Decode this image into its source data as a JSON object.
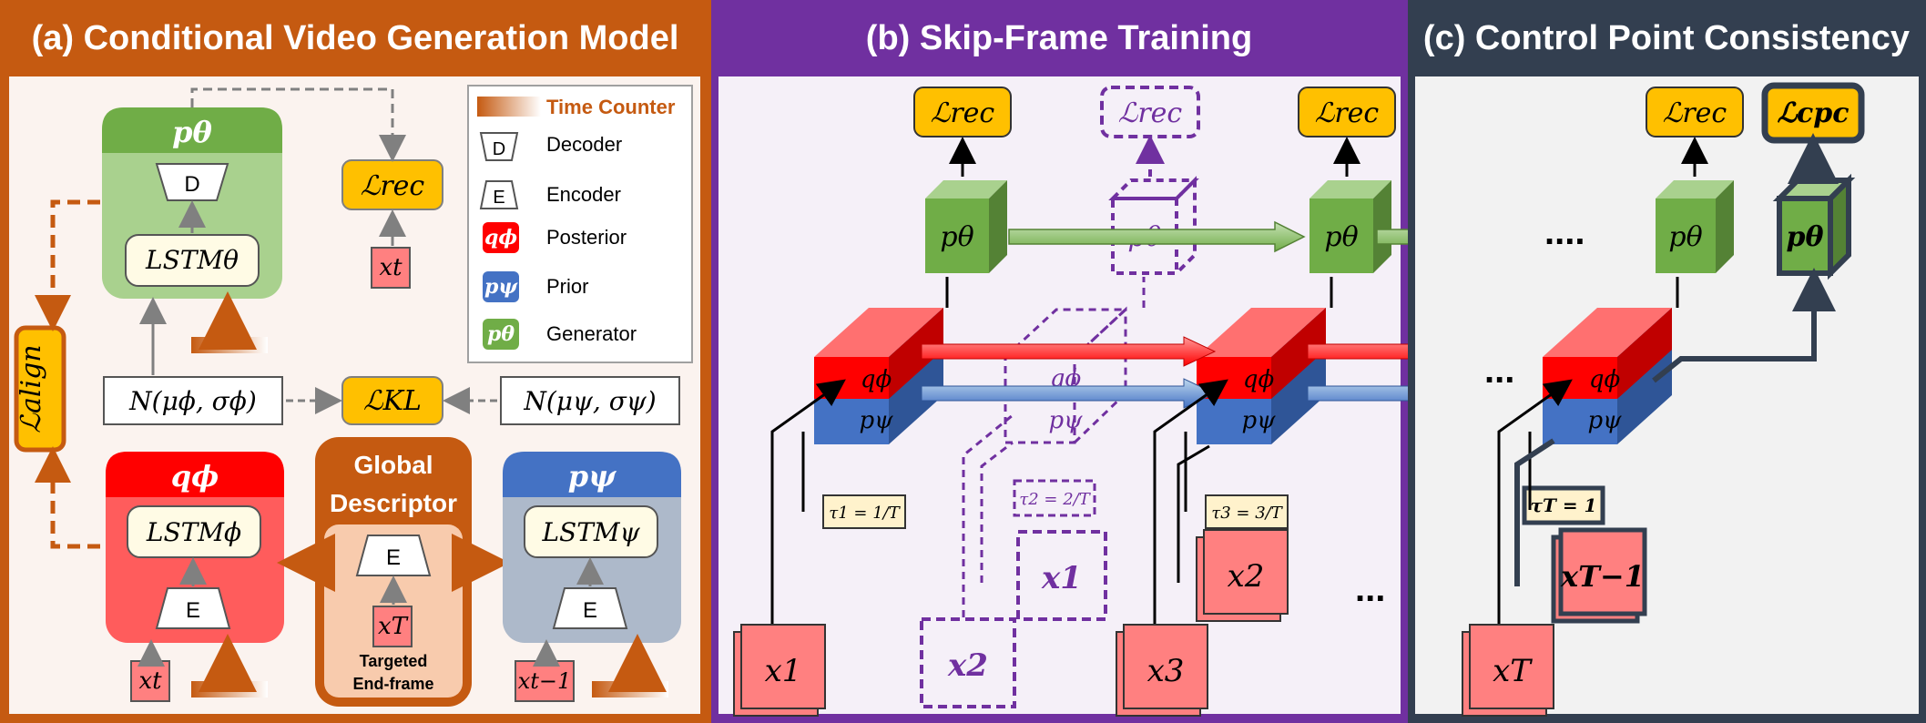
{
  "panels": {
    "a": {
      "title": "(a) Conditional Video Generation Model"
    },
    "b": {
      "title": "(b) Skip-Frame Training"
    },
    "c": {
      "title": "(c) Control Point Consistency"
    }
  },
  "colors": {
    "orange": "#c55a11",
    "purple": "#7030a0",
    "slate": "#333f50",
    "green": "#70ad47",
    "red": "#ff0000",
    "blue": "#4472c4",
    "gold": "#ffc000",
    "pink": "#ff8080"
  },
  "legend": {
    "time_counter": "Time Counter",
    "decoder_letter": "D",
    "decoder": "Decoder",
    "encoder_letter": "E",
    "encoder": "Encoder",
    "posterior_sym": "qϕ",
    "posterior": "Posterior",
    "prior_sym": "pψ",
    "prior": "Prior",
    "generator_sym": "pθ",
    "generator": "Generator"
  },
  "model": {
    "p_theta": "pθ",
    "q_phi": "qϕ",
    "p_psi": "pψ",
    "decoder": "D",
    "encoder": "E",
    "lstm_theta": "LSTMθ",
    "lstm_phi": "LSTMϕ",
    "lstm_psi": "LSTMψ",
    "l_rec": "ℒrec",
    "l_kl": "ℒKL",
    "l_align": "ℒalign",
    "l_cpc": "ℒcpc",
    "normal_phi": "N(μϕ, σϕ)",
    "normal_psi": "N(μψ, σψ)",
    "x_t": "xt",
    "x_t_minus_1": "xt−1",
    "x_T": "xT",
    "global_descriptor_line1": "Global",
    "global_descriptor_line2": "Descriptor",
    "targeted_line1": "Targeted",
    "targeted_line2": "End-frame"
  },
  "skip": {
    "tau1": "τ1 = 1/T",
    "tau2": "τ2 = 2/T",
    "tau3": "τ3 = 3/T",
    "tauT": "τT = 1",
    "x1": "x1",
    "x2": "x2",
    "x3": "x3",
    "xT": "xT",
    "xTm1": "xT−1",
    "q": "qϕ",
    "p": "pψ",
    "ptheta": "pθ",
    "dots4": "....",
    "dots3": "...",
    "dots": "..."
  }
}
